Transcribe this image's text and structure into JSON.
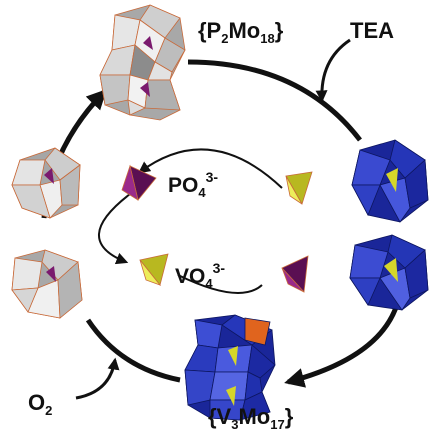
{
  "labels": {
    "p2mo18": {
      "open": "{P",
      "sub1": "2",
      "mid": "Mo",
      "sub2": "18",
      "close": "}"
    },
    "tea": "TEA",
    "po4": {
      "base": "PO",
      "sub": "4",
      "sup": "3-"
    },
    "vo4": {
      "base": "VO",
      "sub": "4",
      "sup": "3-"
    },
    "o2": {
      "base": "O",
      "sub": "2"
    },
    "v3mo17": {
      "open": "{V",
      "sub1": "3",
      "mid": "Mo",
      "sub2": "17",
      "close": "}"
    }
  },
  "colors": {
    "grey_polyhedra": "#b9b9b9",
    "blue_polyhedra": "#1f2fb0",
    "phosphate": "#7a1a6e",
    "vanadate": "#d6d62a",
    "vanadium_cap": "#e0641e",
    "arrow": "#111111"
  }
}
